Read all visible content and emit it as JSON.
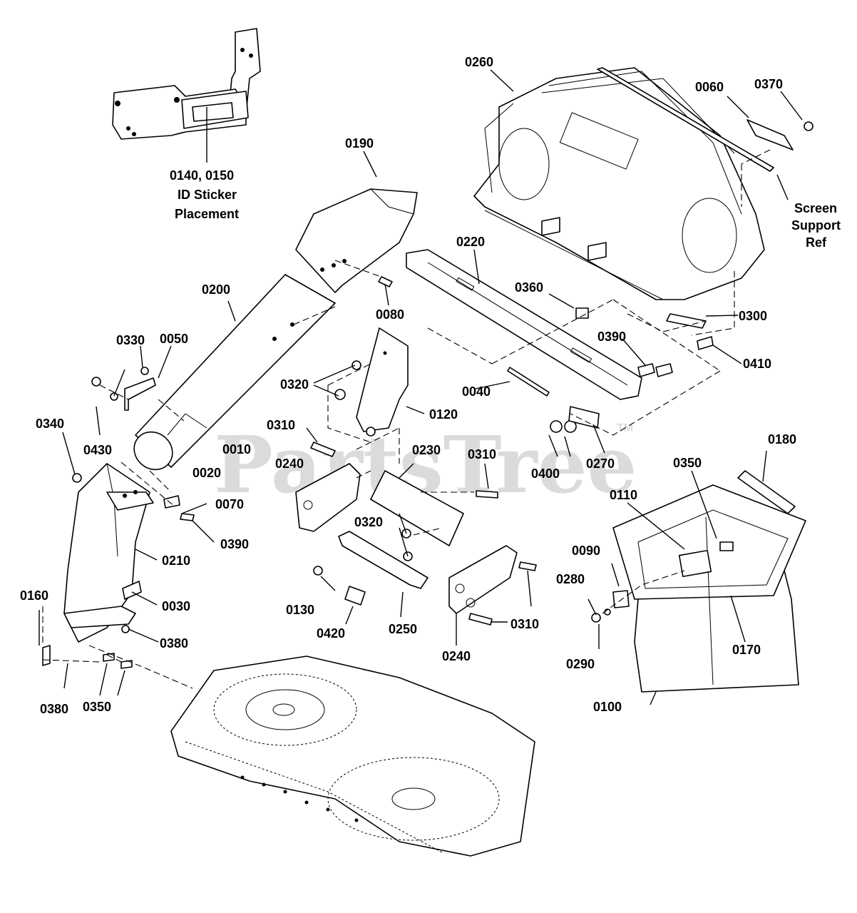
{
  "labels": {
    "p0010": "0010",
    "p0020": "0020",
    "p0030": "0030",
    "p0040": "0040",
    "p0050": "0050",
    "p0060": "0060",
    "p0070": "0070",
    "p0080": "0080",
    "p0090": "0090",
    "p0100": "0100",
    "p0110": "0110",
    "p0120": "0120",
    "p0130": "0130",
    "p0140_0150": "0140, 0150",
    "p0160": "0160",
    "p0170": "0170",
    "p0180": "0180",
    "p0190": "0190",
    "p0200": "0200",
    "p0210": "0210",
    "p0220": "0220",
    "p0230": "0230",
    "p0240": "0240",
    "p0250": "0250",
    "p0260": "0260",
    "p0270": "0270",
    "p0280": "0280",
    "p0290": "0290",
    "p0300": "0300",
    "p0310": "0310",
    "p0320": "0320",
    "p0330": "0330",
    "p0340": "0340",
    "p0350": "0350",
    "p0360": "0360",
    "p0370": "0370",
    "p0380": "0380",
    "p0390": "0390",
    "p0400": "0400",
    "p0410": "0410",
    "p0420": "0420",
    "p0430": "0430"
  },
  "notes": {
    "id_sticker_line1": "ID Sticker",
    "id_sticker_line2": "Placement",
    "screen_support_line1": "Screen",
    "screen_support_line2": "Support",
    "screen_support_line3": "Ref"
  },
  "watermark": {
    "text": "PartsTree",
    "tm": "TM"
  }
}
